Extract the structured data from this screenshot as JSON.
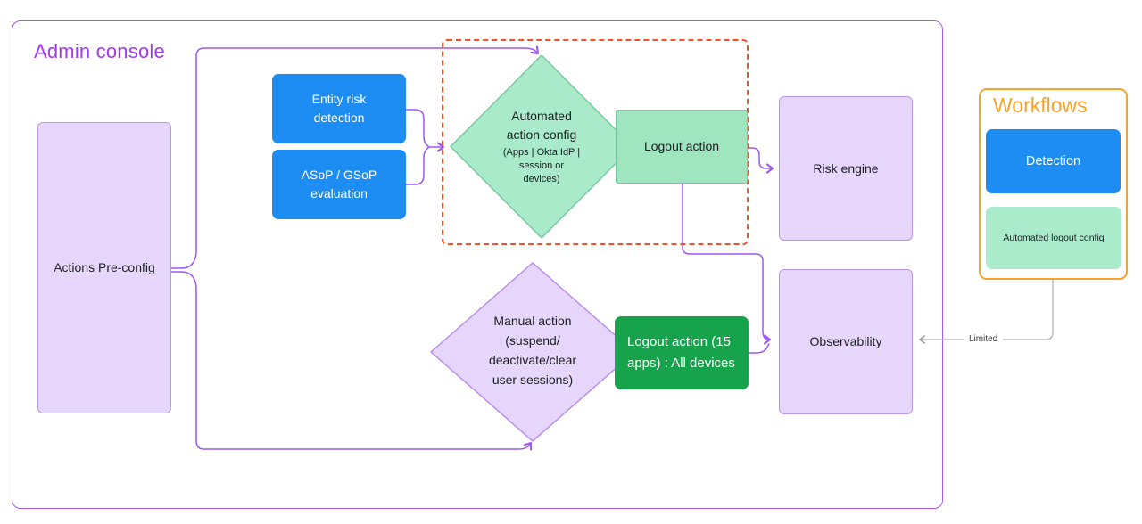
{
  "admin_console": {
    "title": "Admin console",
    "actions_preconfig": "Actions Pre-config",
    "entity_risk": "Entity risk\ndetection",
    "asop": "ASoP / GSoP\nevaluation",
    "automated_action_title": "Automated\naction config",
    "automated_action_detail": "(Apps | Okta IdP |\nsession or\ndevices)",
    "logout_action": "Logout action",
    "risk_engine": "Risk engine",
    "manual_action": "Manual action\n(suspend/\ndeactivate/clear\nuser sessions)",
    "logout_action_15": "Logout action (15\napps) : All devices",
    "observability": "Observability"
  },
  "workflows": {
    "title": "Workflows",
    "detection": "Detection",
    "automated_logout_config": "Automated logout config"
  },
  "edges": {
    "limited_label": "Limited"
  },
  "colors": {
    "purple_accent": "#a45bec",
    "purple_title": "#a139f0",
    "connector_purple": "#9c59f0",
    "blue": "#1d8df3",
    "mint": "#a8eac9",
    "dark_green": "#17a34b",
    "lavender": "#e7d6fb",
    "orange": "#f7a32b",
    "dashed_red": "#f4502a",
    "gray_edge": "#b2b2b6"
  }
}
